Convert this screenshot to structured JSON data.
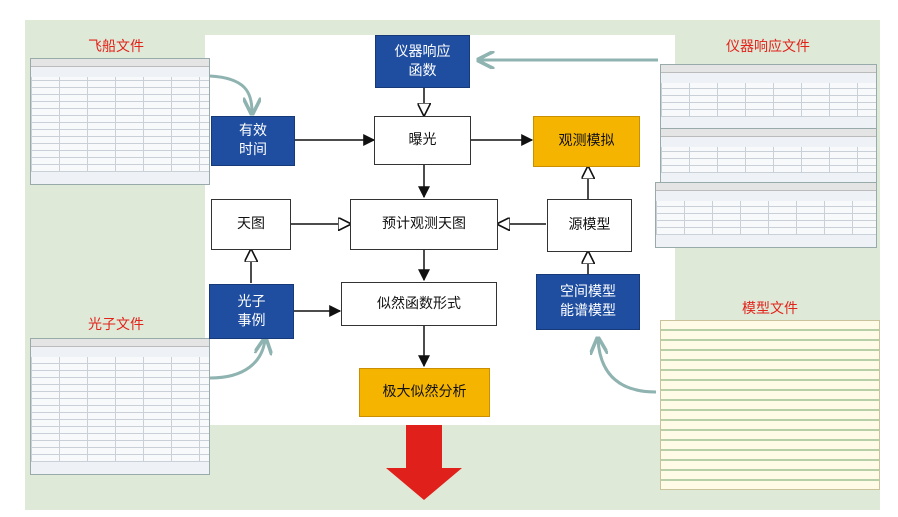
{
  "nodes": {
    "instrument_function": "仪器响应\n函数",
    "effective_time": "有效\n时间",
    "exposure": "曝光",
    "observe_sim": "观测模拟",
    "sky_map": "天图",
    "predicted_sky": "预计观测天图",
    "source_model": "源模型",
    "photon_events": "光子\n事例",
    "likelihood_form": "似然函数形式",
    "spatial_spectral": "空间模型\n能谱模型",
    "max_likelihood": "极大似然分析"
  },
  "file_labels": {
    "spacecraft_file": "飞船文件",
    "irf_file": "仪器响应文件",
    "photon_file": "光子文件",
    "model_file": "模型文件"
  },
  "colors": {
    "blue": "#1f4ea1",
    "yellow": "#f4b400",
    "label_red": "#e2231a",
    "output_arrow": "#e0201b",
    "curve_arrow": "#8fb3b0"
  }
}
